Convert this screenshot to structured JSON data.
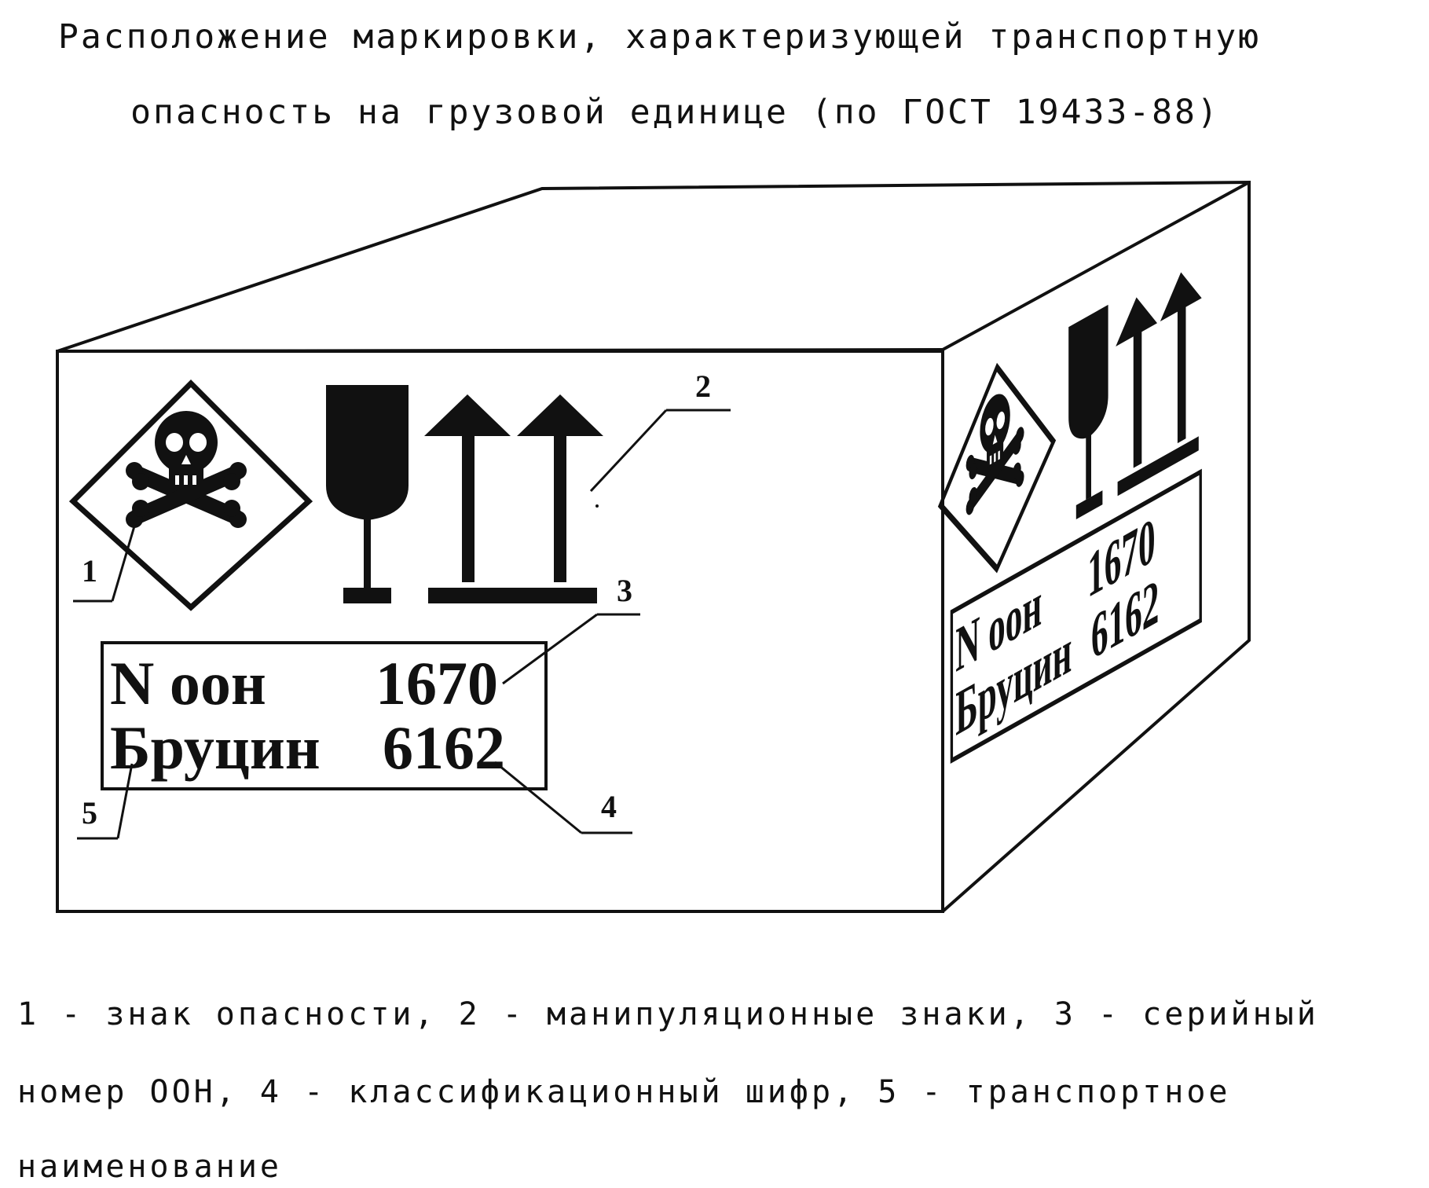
{
  "title": {
    "line1": "Расположение маркировки, характеризующей транспортную",
    "line2": "опасность на грузовой единице (по ГОСТ 19433-88)"
  },
  "label": {
    "un_text": "N оон",
    "un_number": "1670",
    "name_text": "Бруцин",
    "code": "6162"
  },
  "callouts": {
    "c1": "1",
    "c2": "2",
    "c3": "3",
    "c4": "4",
    "c5": "5"
  },
  "caption": {
    "line1": "1 - знак опасности, 2 - манипуляционные знаки, 3 - серийный",
    "line2": "номер ООН, 4 - классификационный шифр, 5 - транспортное",
    "line3": "наименование"
  },
  "icons": [
    "skull-crossbones-icon",
    "fragile-glass-icon",
    "this-way-up-arrows-icon"
  ]
}
